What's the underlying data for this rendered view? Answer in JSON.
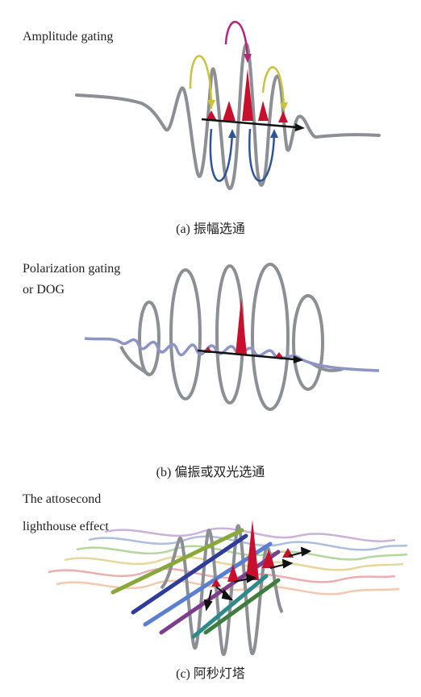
{
  "panel_a": {
    "label": "Amplitude gating",
    "caption": "(a) 振幅选通"
  },
  "panel_b": {
    "label_line1": "Polarization gating",
    "label_line2": "or DOG",
    "caption": "(b) 偏振或双光选通"
  },
  "panel_c": {
    "label_line1": "The attosecond",
    "label_line2": "lighthouse effect",
    "caption": "(c) 阿秒灯塔"
  },
  "colors": {
    "wave": "#8c8f94",
    "pulse": "#c8102e",
    "arrow": "#111111",
    "arc_yellow": "#c9c23a",
    "arc_magenta": "#b8247a",
    "arc_blue": "#2f5597",
    "polarization_wave": "#8e93c8"
  }
}
